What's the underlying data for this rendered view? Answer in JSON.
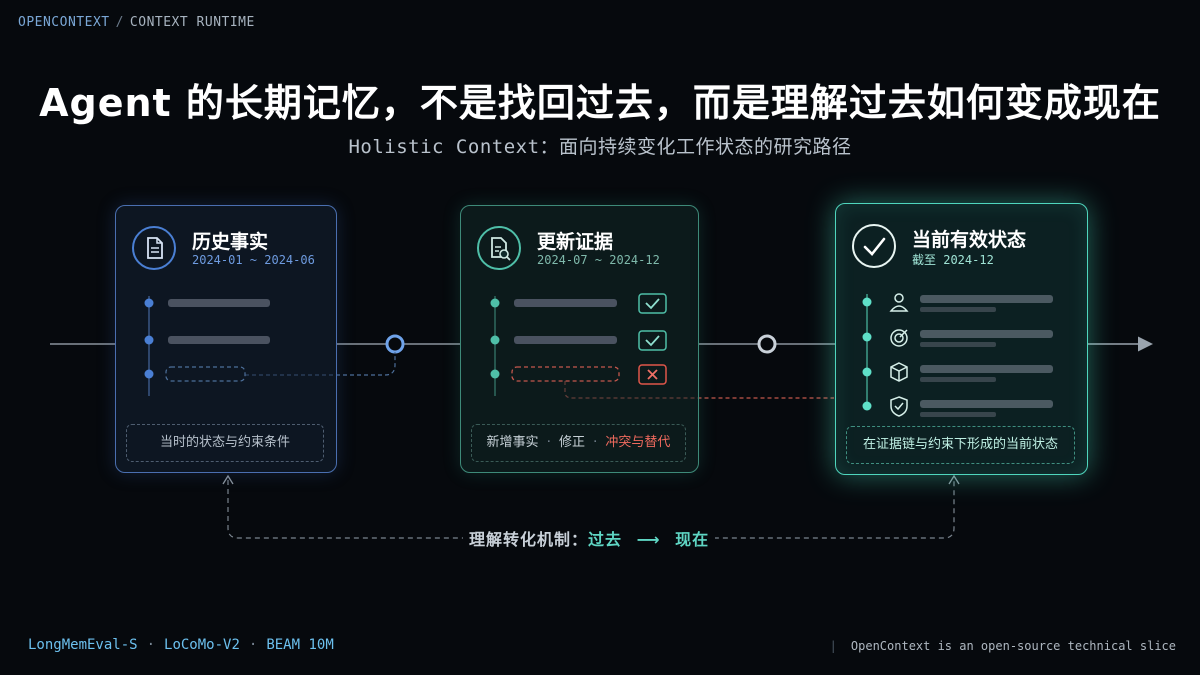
{
  "header": {
    "breadcrumb": [
      "OPENCONTEXT",
      "/",
      "CONTEXT RUNTIME"
    ],
    "title": "Agent 的长期记忆，不是找回过去，而是理解过去如何变成现在",
    "subtitle": "Holistic Context：面向持续变化工作状态的研究路径"
  },
  "cards": [
    {
      "title": "历史事实",
      "date": "2024-01 ~ 2024-06",
      "footer": "当时的状态与约束条件",
      "icon": "document-icon",
      "accent": "#4a7fd4"
    },
    {
      "title": "更新证据",
      "date": "2024-07 ~ 2024-12",
      "footer_parts": [
        "新增事实",
        "·",
        "修正",
        "·",
        "冲突与替代"
      ],
      "icon": "document-search-icon",
      "accent": "#4fbfa8",
      "row_status": [
        "check",
        "check",
        "cross"
      ]
    },
    {
      "title": "当前有效状态",
      "date": "截至 2024-12",
      "footer": "在证据链与约束下形成的当前状态",
      "icon": "checkmark-icon",
      "accent": "#5fe0c8",
      "row_icons": [
        "person-icon",
        "target-icon",
        "cube-icon",
        "shield-icon"
      ]
    }
  ],
  "mechanism": {
    "label": "理解转化机制：",
    "from": "过去",
    "arrow": "⟶",
    "to": "现在"
  },
  "footer": {
    "benchmarks": [
      "LongMemEval-S",
      "LoCoMo-V2",
      "BEAM 10M"
    ],
    "note": "OpenContext is an open-source technical slice"
  },
  "colors": {
    "background": "#06090d",
    "blue_accent": "#4a7fd4",
    "teal_accent": "#4fd6bd",
    "conflict_red": "#e0564a"
  }
}
